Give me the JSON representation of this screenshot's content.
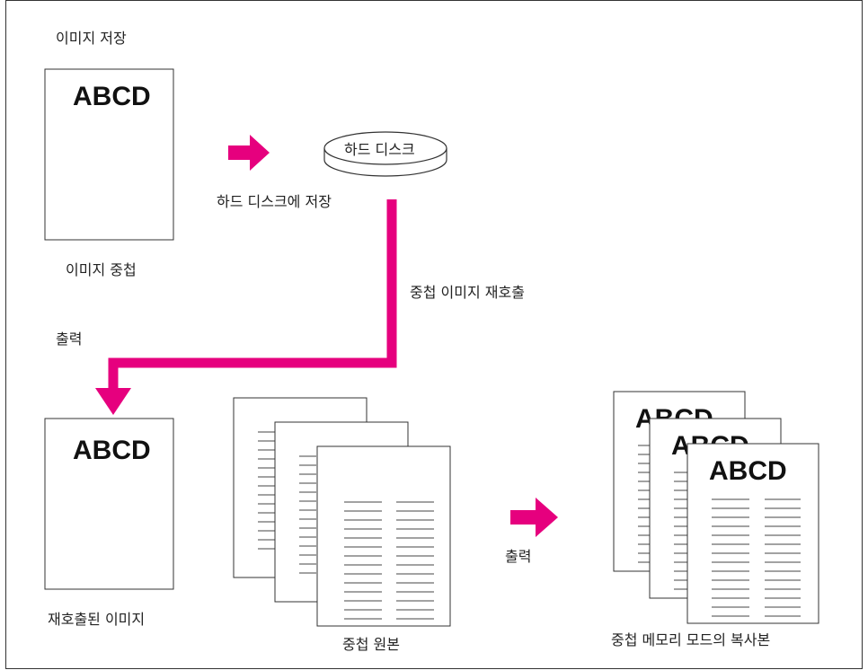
{
  "title": "이미지 저장",
  "labels": {
    "overlay_image": "이미지 중첩",
    "store_to_disk": "하드 디스크에 저장",
    "hard_disk": "하드 디스크",
    "recall": "중첩 이미지 재호출",
    "output_top": "출력",
    "recalled_image": "재호출된 이미지",
    "originals": "중첩 원본",
    "output_bottom": "출력",
    "copies": "중첩 메모리 모드의 복사본"
  },
  "page_text": "ABCD",
  "colors": {
    "accent": "#e6007e",
    "line": "#333333"
  }
}
